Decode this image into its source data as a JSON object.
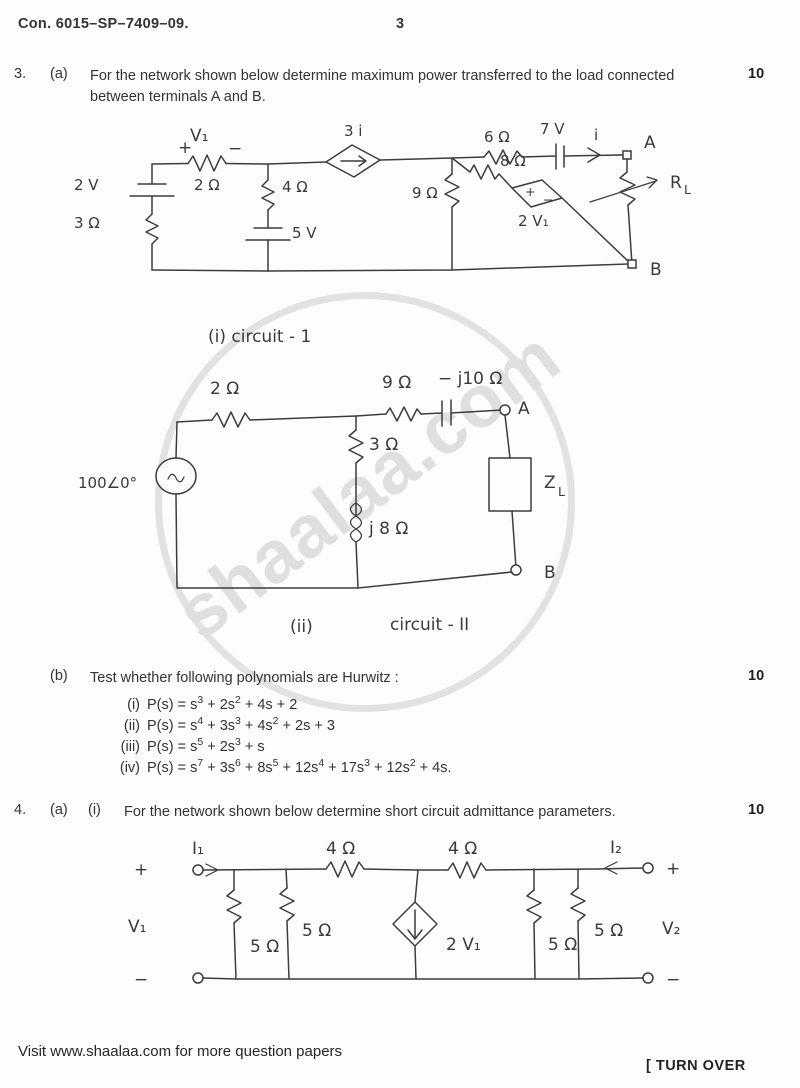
{
  "header": {
    "code": "Con. 6015–SP–7409–09.",
    "page_number": "3"
  },
  "watermark": {
    "text": "shaalaa.com",
    "color": "#dfdfdf"
  },
  "questions": [
    {
      "number": "3.",
      "part": "(a)",
      "text": "For the network shown below determine maximum power transferred to the load connected between terminals A and B.",
      "marks": "10"
    },
    {
      "number": "",
      "part": "(b)",
      "text": "Test whether following polynomials are Hurwitz :",
      "marks": "10"
    },
    {
      "number": "4.",
      "part": "(a)",
      "sub": "(i)",
      "text": "For the network shown below determine short circuit admittance parameters.",
      "marks": "10"
    }
  ],
  "polynomials": [
    {
      "label": "(i)",
      "lhs": "P(s) = ",
      "terms": [
        {
          "coef": "s",
          "exp": "3"
        },
        {
          "coef": "+ 2s",
          "exp": "2"
        },
        {
          "coef": "+ 4s",
          "exp": ""
        },
        {
          "coef": "+ 2",
          "exp": ""
        }
      ]
    },
    {
      "label": "(ii)",
      "lhs": "P(s) = ",
      "terms": [
        {
          "coef": "s",
          "exp": "4"
        },
        {
          "coef": "+ 3s",
          "exp": "3"
        },
        {
          "coef": "+ 4s",
          "exp": "2"
        },
        {
          "coef": "+ 2s",
          "exp": ""
        },
        {
          "coef": "+ 3",
          "exp": ""
        }
      ]
    },
    {
      "label": "(iii)",
      "lhs": "P(s) = ",
      "terms": [
        {
          "coef": "s",
          "exp": "5"
        },
        {
          "coef": "+ 2s",
          "exp": "3"
        },
        {
          "coef": "+ s",
          "exp": ""
        }
      ]
    },
    {
      "label": "(iv)",
      "lhs": "P(s) = ",
      "terms": [
        {
          "coef": "s",
          "exp": "7"
        },
        {
          "coef": "+ 3s",
          "exp": "6"
        },
        {
          "coef": "+ 8s",
          "exp": "5"
        },
        {
          "coef": "+ 12s",
          "exp": "4"
        },
        {
          "coef": "+ 17s",
          "exp": "3"
        },
        {
          "coef": "+ 12s",
          "exp": "2"
        },
        {
          "coef": "+ 4s.",
          "exp": ""
        }
      ]
    }
  ],
  "polynomial_text": {
    "i": "(i)  P(s) = s3 + 2s2 + 4s + 2",
    "ii": "(ii)  P(s) = s4 + 3s3 + 4s2 + 2s + 3",
    "iii": "(iii)  P(s) = s5 + 2s3 + s",
    "iv": "(iv)  P(s) = s7 + 3s6 + 8s5 + 12s4 + 17s3 + 12s2 + 4s."
  },
  "circuit1": {
    "caption": "",
    "labels": {
      "source_v": "2 V",
      "source_r": "3 Ω",
      "v1": "V₁",
      "plus": "+",
      "minus": "−",
      "r2": "2 Ω",
      "r4": "4 Ω",
      "v5": "5 V",
      "dep_current": "3 i",
      "r9": "9 Ω",
      "r6": "6 Ω",
      "r8": "8 Ω",
      "v7": "7 V",
      "current_i": "i",
      "dep_voltage": "2 V₁",
      "dep_plus": "+",
      "dep_minus": "−",
      "load": "R",
      "load_sub": "L",
      "terminal_a": "A",
      "terminal_b": "B"
    }
  },
  "circuit2": {
    "caption_top": "(i)   circuit - 1",
    "caption_bottom": "(ii)",
    "caption_bottom2": "circuit - II",
    "labels": {
      "source": "100∠0°",
      "r2": "2 Ω",
      "r3": "3 Ω",
      "r9": "9 Ω",
      "xc": "− j10 Ω",
      "xl": "j 8 Ω",
      "load": "Z",
      "load_sub": "L",
      "terminal_a": "A",
      "terminal_b": "B"
    }
  },
  "circuit3": {
    "labels": {
      "i1": "I₁",
      "i2": "I₂",
      "v1": "V₁",
      "v2": "V₂",
      "plus_left": "+",
      "minus_left": "−",
      "plus_right": "+",
      "minus_right": "−",
      "r5_a": "5 Ω",
      "r5_b": "5 Ω",
      "r5_c": "5 Ω",
      "r5_d": "5 Ω",
      "r4_a": "4 Ω",
      "r4_b": "4 Ω",
      "dep_source": "2 V₁"
    }
  },
  "footer": {
    "visit_text": "Visit www.shaalaa.com for more question papers",
    "turn_over": "[ TURN OVER"
  }
}
